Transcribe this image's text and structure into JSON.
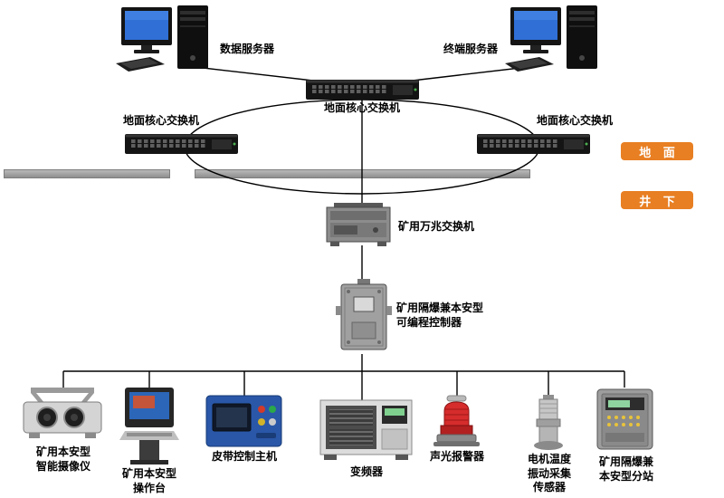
{
  "badges": {
    "ground": "地 面",
    "underground": "井 下",
    "badge_color": "#e87f23"
  },
  "servers": {
    "data_server": "数据服务器",
    "terminal_server": "终端服务器"
  },
  "switches": {
    "center": "地面核心交换机",
    "left": "地面核心交换机",
    "right": "地面核心交换机"
  },
  "underground": {
    "mine_switch": "矿用万兆交换机",
    "plc": "矿用隔爆兼本安型\n可编程控制器"
  },
  "devices": [
    {
      "id": "camera",
      "label": "矿用本安型\n智能摄像仪"
    },
    {
      "id": "console",
      "label": "矿用本安型\n操作台"
    },
    {
      "id": "belt-control-host",
      "label": "皮带控制主机"
    },
    {
      "id": "inverter",
      "label": "变频器"
    },
    {
      "id": "alarm",
      "label": "声光报警器"
    },
    {
      "id": "sensor",
      "label": "电机温度\n振动采集\n传感器"
    },
    {
      "id": "substation",
      "label": "矿用隔爆兼\n本安型分站"
    }
  ]
}
